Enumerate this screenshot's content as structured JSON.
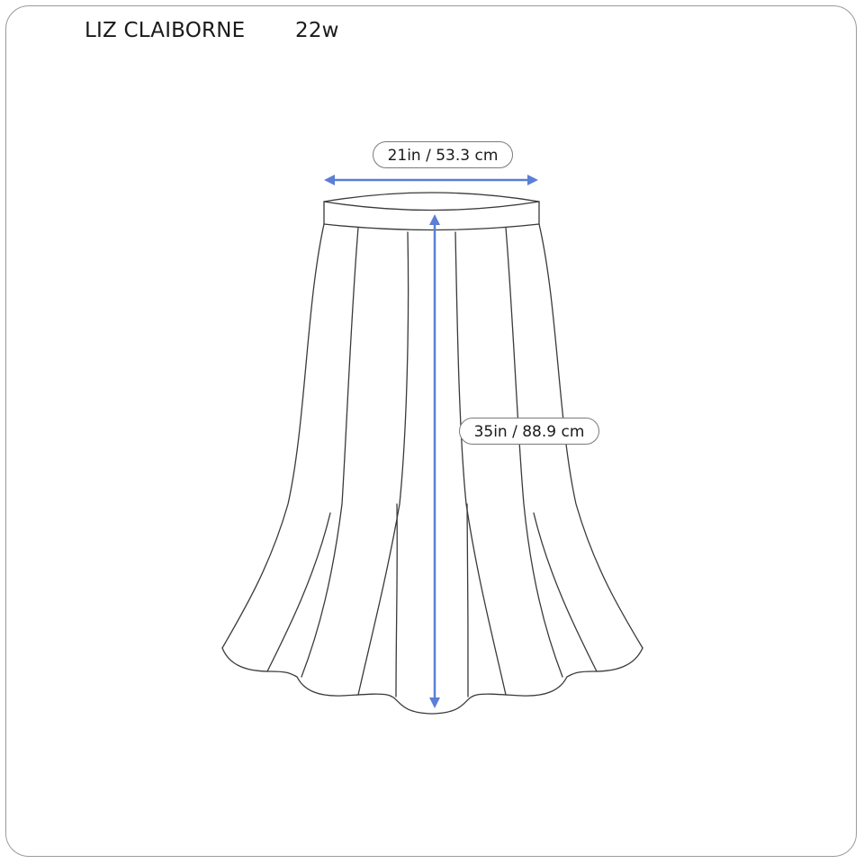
{
  "header": {
    "brand": "LIZ CLAIBORNE",
    "size": "22w"
  },
  "garment": {
    "type": "skirt",
    "style": "flared paneled midi skirt",
    "outline_color": "#3a3a3a"
  },
  "measurements": [
    {
      "name": "waist-width",
      "label": "21in / 53.3 cm",
      "direction": "horizontal"
    },
    {
      "name": "length",
      "label": "35in / 88.9 cm",
      "direction": "vertical"
    }
  ],
  "colors": {
    "arrow": "#5b7fd6",
    "frame_border": "#9a9a9a",
    "label_border": "#7a7a7a"
  }
}
